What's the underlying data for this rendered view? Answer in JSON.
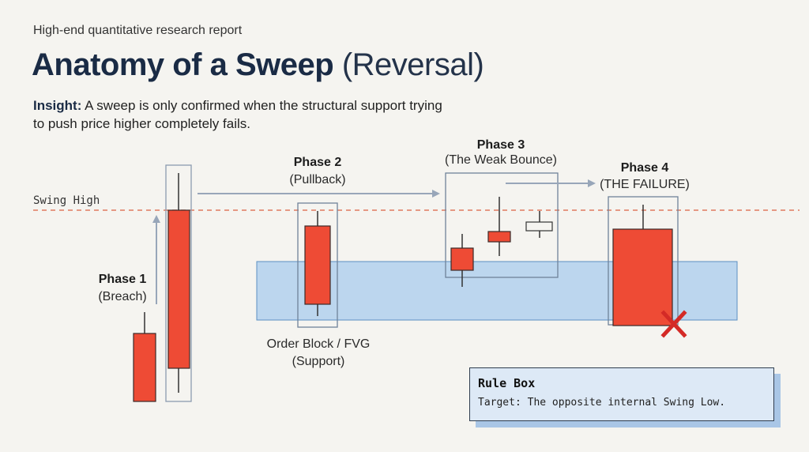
{
  "header": {
    "subtitle": "High-end quantitative research report",
    "title_bold": "Anatomy of a Sweep",
    "title_light": "(Reversal)"
  },
  "insight": {
    "label": "Insight:",
    "text": " A sweep is only confirmed when the structural support trying to push price higher completely fails."
  },
  "diagram": {
    "swing_high_label": "Swing High",
    "support_zone_label_line1": "Order Block / FVG",
    "support_zone_label_line2": "(Support)",
    "phases": [
      {
        "title": "Phase 1",
        "subtitle": "(Breach)"
      },
      {
        "title": "Phase 2",
        "subtitle": "(Pullback)"
      },
      {
        "title": "Phase 3",
        "subtitle": "(The Weak Bounce)"
      },
      {
        "title": "Phase 4",
        "subtitle": "(THE FAILURE)"
      }
    ],
    "failure_marker_icon": "x-mark-icon",
    "colors": {
      "bearish_candle": "#ee4b35",
      "swing_high_line": "#e07a5f",
      "support_zone": "#bcd6ee",
      "arrow": "#98a6b9",
      "failure_mark": "#d42a26"
    }
  },
  "rule_box": {
    "title": "Rule Box",
    "text": "Target: The opposite internal Swing Low."
  }
}
